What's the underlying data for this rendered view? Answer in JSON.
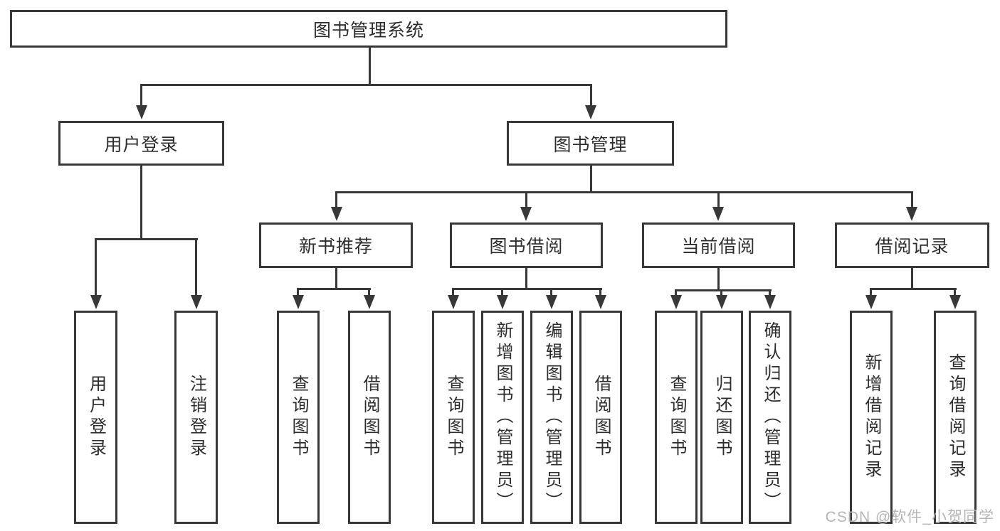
{
  "diagram_title": "图书管理系统",
  "nodes": {
    "root": "图书管理系统",
    "user_login": "用户登录",
    "book_management": "图书管理",
    "new_book_recommendation": "新书推荐",
    "book_borrowing": "图书借阅",
    "current_borrowing": "当前借阅",
    "borrowing_records": "借阅记录",
    "leaf_user_login": "用户登录",
    "leaf_logout": "注销登录",
    "nbr_query_books": "查询图书",
    "nbr_borrow_books": "借阅图书",
    "bb_query_books": "查询图书",
    "bb_add_books_admin": "新增图书（管理员）",
    "bb_edit_books_admin": "编辑图书（管理员）",
    "bb_borrow_books": "借阅图书",
    "cb_query_books": "查询图书",
    "cb_return_books": "归还图书",
    "cb_confirm_return_admin": "确认归还（管理员）",
    "br_add_borrow_record": "新增借阅记录",
    "br_query_borrow_record": "查询借阅记录"
  },
  "watermark": "CSDN @软件_小贺同学",
  "colors": {
    "line": "#383838",
    "text": "#2d2d2d",
    "background": "#ffffff",
    "watermark": "#b5b5b5"
  }
}
